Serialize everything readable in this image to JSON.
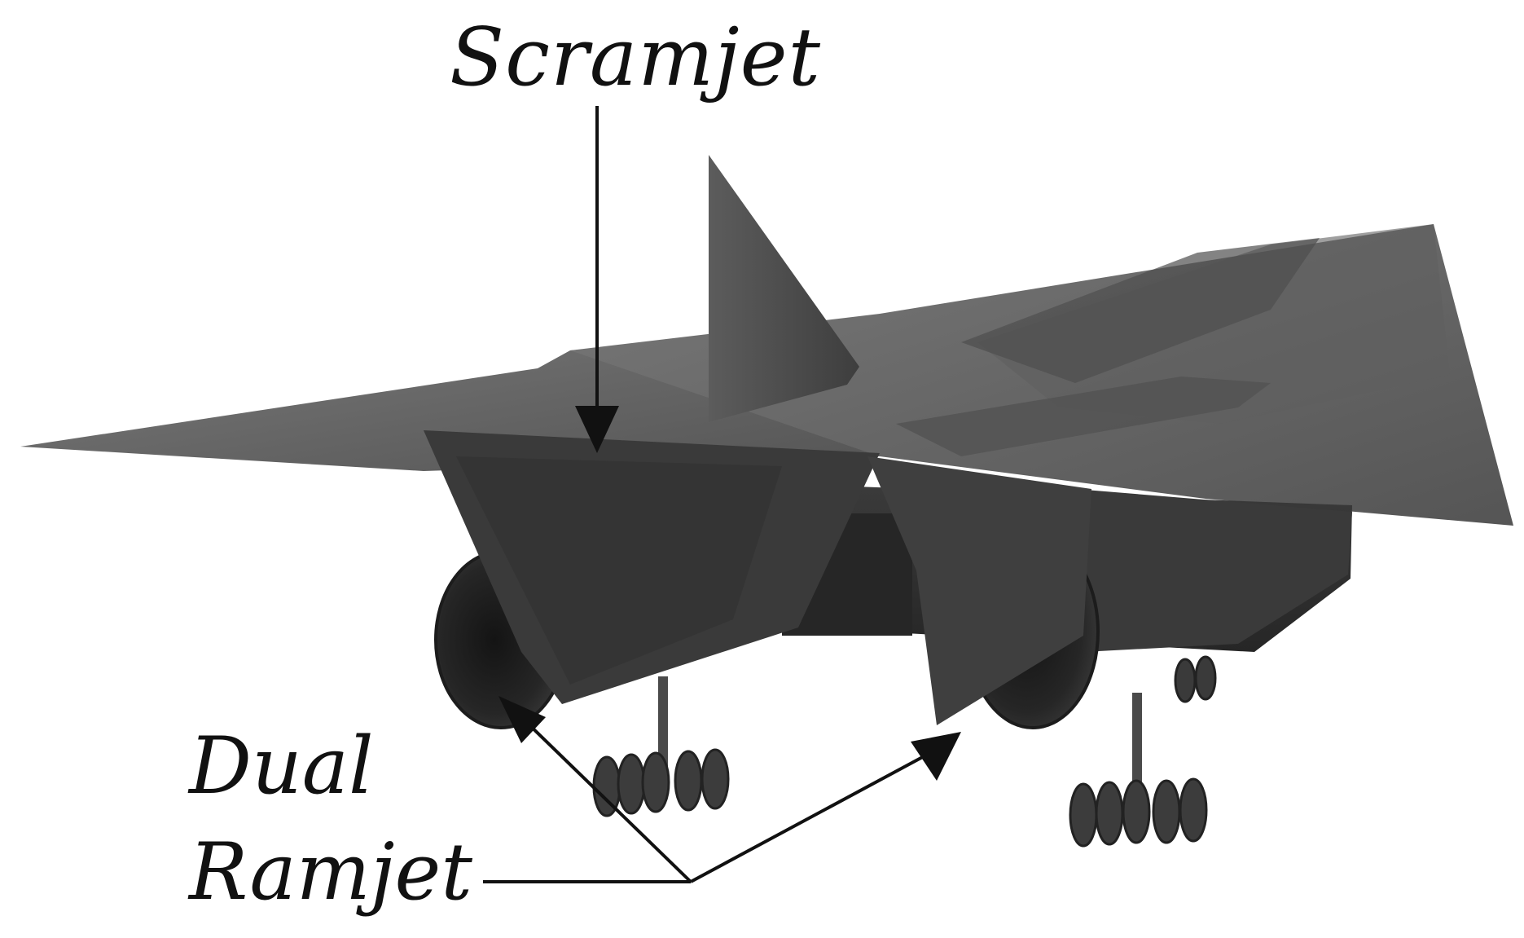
{
  "labels": {
    "scramjet": "Scramjet",
    "dual_ramjet_line1": "Dual",
    "dual_ramjet_line2": "Ramjet"
  },
  "colors": {
    "background": "#ffffff",
    "airframe_light": "#6d6d6d",
    "airframe_mid": "#555555",
    "airframe_dark": "#303030",
    "annotation": "#111111"
  }
}
